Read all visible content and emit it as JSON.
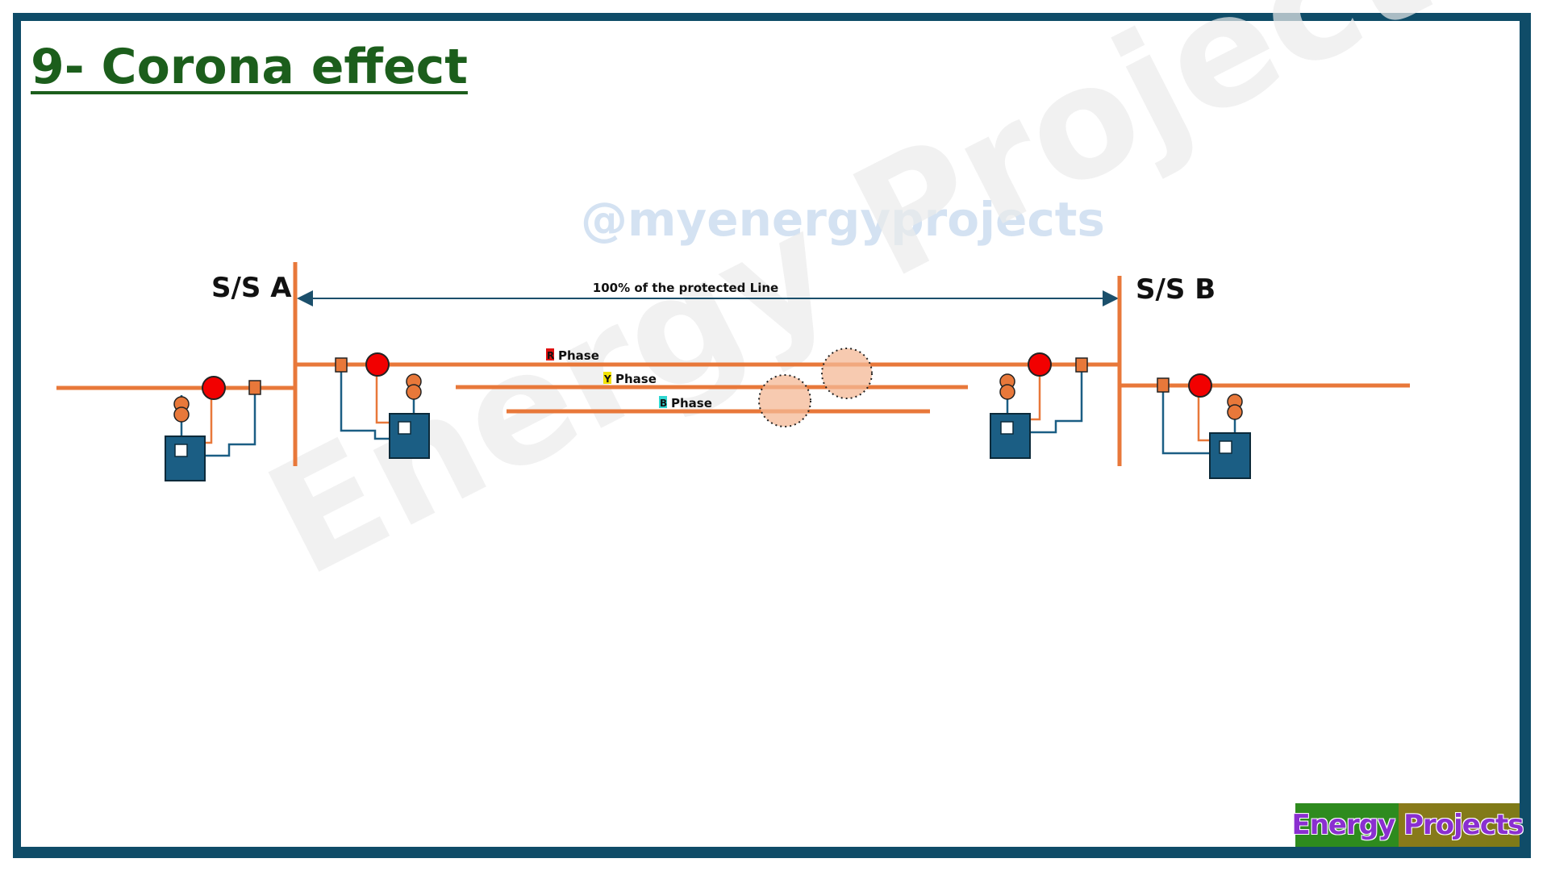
{
  "title": "9- Corona effect",
  "watermark": {
    "handle": "@myenergyprojects",
    "brand": "Energy Projects"
  },
  "substations": {
    "a": "S/S A",
    "b": "S/S B"
  },
  "span_label": "100% of the protected Line",
  "phases": [
    {
      "tag": "R",
      "label": "Phase",
      "color": "#e01010"
    },
    {
      "tag": "Y",
      "label": "Phase",
      "color": "#f2e200"
    },
    {
      "tag": "B",
      "label": "Phase",
      "color": "#30d6d0"
    }
  ],
  "logo_text": "Energy Projects",
  "colors": {
    "line": "#e8783a",
    "relay": "#1b5e84",
    "breaker": "#f20000",
    "frame": "#0f4c68",
    "title": "#1c5e1c",
    "corona": "#f4b896"
  }
}
